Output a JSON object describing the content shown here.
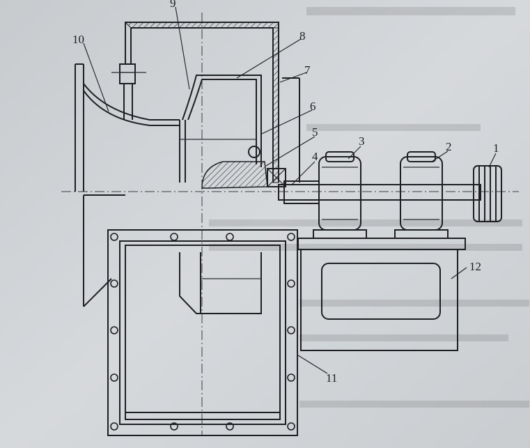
{
  "figure": {
    "part_labels": [
      "1",
      "2",
      "3",
      "4",
      "5",
      "6",
      "7",
      "8",
      "9",
      "10",
      "11",
      "12"
    ]
  }
}
